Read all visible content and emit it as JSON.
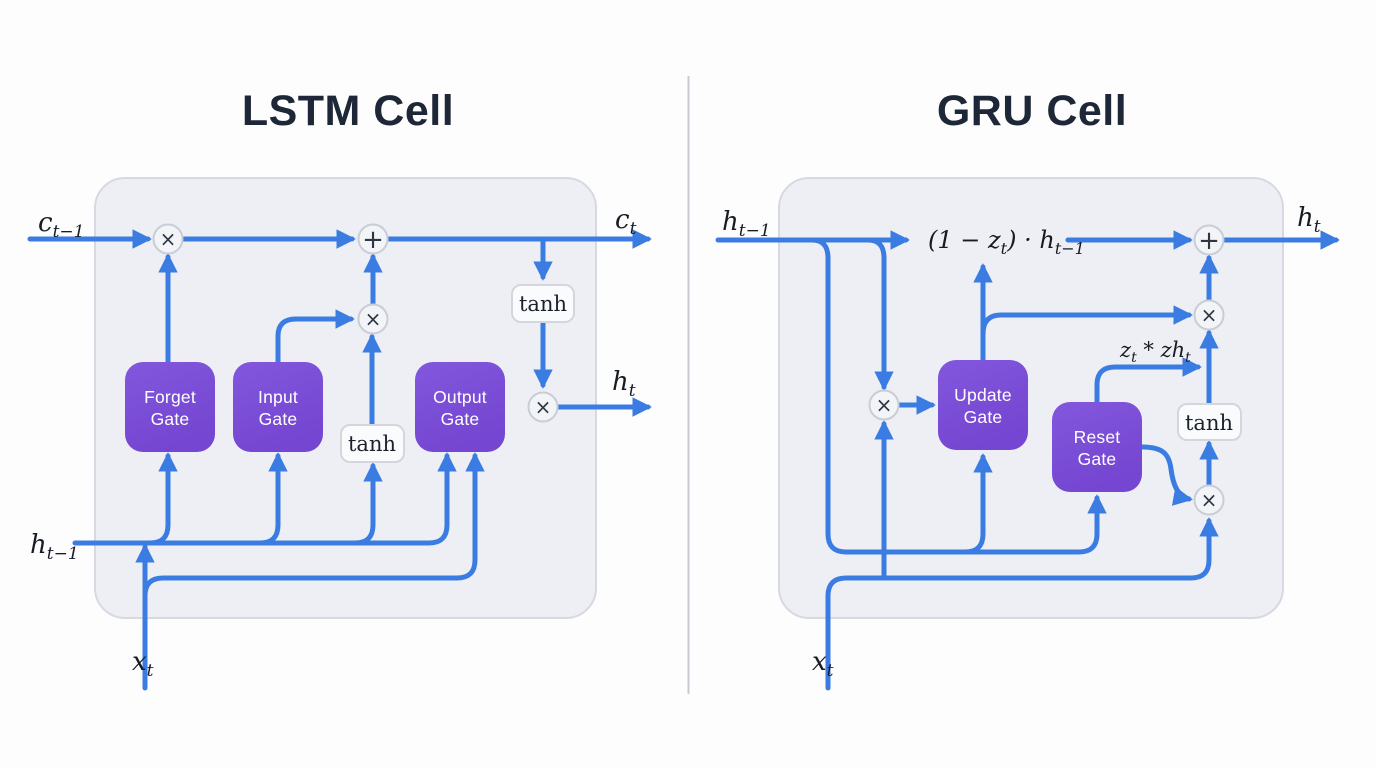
{
  "lstm": {
    "title": "LSTM Cell",
    "labels": {
      "c_prev": {
        "main": "c",
        "sub": "t−1"
      },
      "c_out": {
        "main": "c",
        "sub": "t"
      },
      "h_prev": {
        "main": "h",
        "sub": "t−1"
      },
      "h_out": {
        "main": "h",
        "sub": "t"
      },
      "x_in": {
        "main": "x",
        "sub": "t"
      }
    },
    "gates": {
      "forget": {
        "line1": "Forget",
        "line2": "Gate"
      },
      "input": {
        "line1": "Input",
        "line2": "Gate"
      },
      "output": {
        "line1": "Output",
        "line2": "Gate"
      }
    },
    "activations": {
      "tanh_cell": "tanh",
      "tanh_candidate": "tanh"
    },
    "ops": {
      "multiply_forget": "×",
      "add_cell": "+",
      "multiply_candidate": "×",
      "multiply_output": "×"
    }
  },
  "gru": {
    "title": "GRU Cell",
    "labels": {
      "h_prev": {
        "main": "h",
        "sub": "t−1"
      },
      "h_out": {
        "main": "h",
        "sub": "t"
      },
      "x_in": {
        "main": "x",
        "sub": "t"
      },
      "keep_expr": {
        "p1": "(1 − z",
        "s1": "t",
        "p2": ") · h",
        "s2": "t−1"
      },
      "new_expr": {
        "p1": "z",
        "s1": "t",
        "p2": " * zh",
        "s2": "t"
      }
    },
    "gates": {
      "update": {
        "line1": "Update",
        "line2": "Gate"
      },
      "reset": {
        "line1": "Reset",
        "line2": "Gate"
      }
    },
    "activations": {
      "tanh": "tanh"
    },
    "ops": {
      "add_output": "+",
      "multiply_new": "×",
      "multiply_input": "×",
      "multiply_reset": "×"
    }
  },
  "colors": {
    "wire_blue": "#3b7ce2",
    "gate_purple_top": "#8257dd",
    "gate_purple_bottom": "#7546d1",
    "cell_fill": "#edeff4",
    "cell_stroke": "#d6d9e0",
    "op_circle_fill": "#f3f4f7",
    "op_circle_stroke": "#c9cdd5",
    "tanh_box_fill": "#fafbfd",
    "title_color": "#1e2737",
    "math_color": "#161b24",
    "divider": "#c8ccd2",
    "background": "#fdfdfd"
  }
}
